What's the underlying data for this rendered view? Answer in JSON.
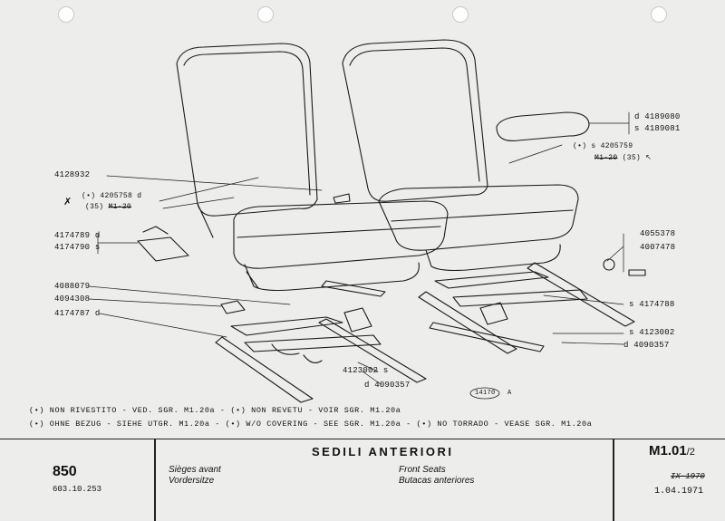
{
  "callouts": {
    "p4189080": "4189080",
    "p4189081": "4189081",
    "p4189080_side": "d",
    "p4189081_side": "s",
    "p4205759": "4205759",
    "p4205759_prefix": "(•) s",
    "m120_right": "M1-20",
    "p35_right": "(35)",
    "p4128932": "4128932",
    "p4205758": "4205758",
    "p4205758_prefix": "(•)",
    "p4205758_side": "d",
    "p35_left": "(35)",
    "m120_left": "M1-20",
    "p4174789": "4174789",
    "p4174789_side": "d",
    "p4174790": "4174790",
    "p4174790_side": "s",
    "p4088079": "4088079",
    "p4094308": "4094308",
    "p4174787": "4174787",
    "p4174787_side": "d",
    "p4055378": "4055378",
    "p4007478": "4007478",
    "p4174788": "4174788",
    "p4174788_side": "s",
    "p4123002_right": "4123002",
    "p4123002_right_side": "s",
    "p4090357_right": "4090357",
    "p4090357_right_side": "d",
    "p4123002_left": "4123002",
    "p4123002_left_side": "s",
    "p4090357_left": "4090357",
    "p4090357_left_side": "d",
    "ref_code": "14170",
    "ref_suffix": "A"
  },
  "notes": {
    "line1": "(•) NON RIVESTITO - VED. SGR. M1.20a - (•) NON REVETU - VOIR SGR. M1.20a",
    "line2": "(•) OHNE BEZUG - SIEHE UTGR. M1.20a - (•) W/O COVERING - SEE SGR. M1.20a - (•) NO TORRADO - VEASE SGR. M1.20a"
  },
  "footer": {
    "model": "850",
    "model_code": "603.10.253",
    "title": "SEDILI ANTERIORI",
    "fr": "Sièges avant",
    "de": "Vordersitze",
    "en": "Front Seats",
    "es": "Butacas anteriores",
    "page": "M1.01",
    "page_sub": "/2",
    "date_old": "IX-1970",
    "date_new": "1.04.1971"
  },
  "colors": {
    "paper": "#ededeb",
    "ink": "#1a1a1a"
  }
}
